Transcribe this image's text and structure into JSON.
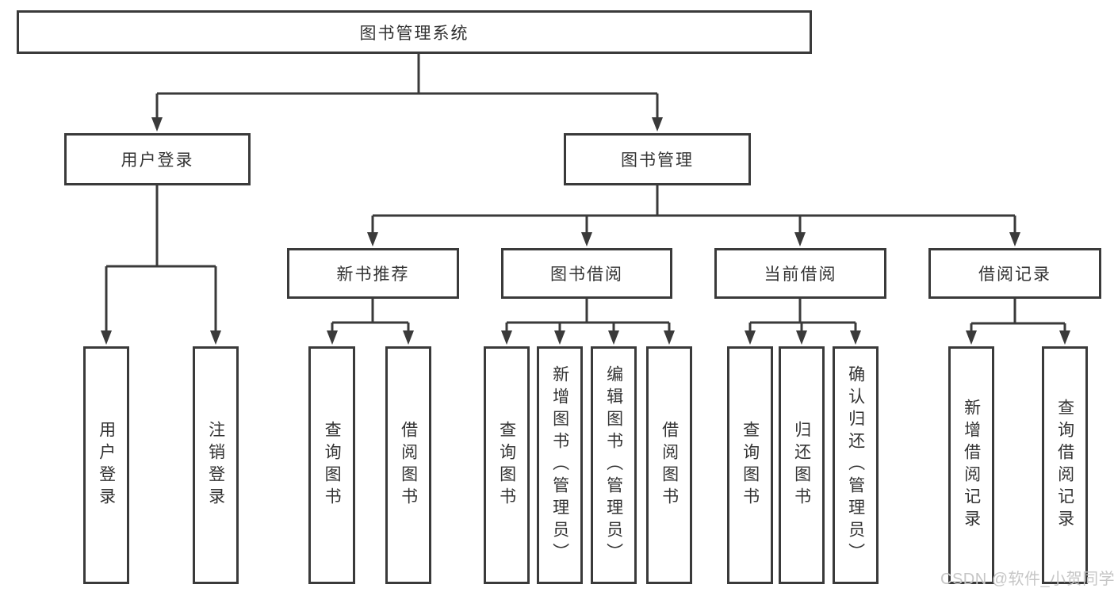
{
  "diagram": {
    "root": {
      "label": "图书管理系统"
    },
    "branches": [
      {
        "label": "用户登录",
        "children": [
          {
            "label": "用户登录"
          },
          {
            "label": "注销登录"
          }
        ]
      },
      {
        "label": "图书管理",
        "sections": [
          {
            "label": "新书推荐",
            "children": [
              {
                "label": "查询图书"
              },
              {
                "label": "借阅图书"
              }
            ]
          },
          {
            "label": "图书借阅",
            "children": [
              {
                "label": "查询图书"
              },
              {
                "label": "新增图书（管理员）"
              },
              {
                "label": "编辑图书（管理员）"
              },
              {
                "label": "借阅图书"
              }
            ]
          },
          {
            "label": "当前借阅",
            "children": [
              {
                "label": "查询图书"
              },
              {
                "label": "归还图书"
              },
              {
                "label": "确认归还（管理员）"
              }
            ]
          },
          {
            "label": "借阅记录",
            "children": [
              {
                "label": "新增借阅记录"
              },
              {
                "label": "查询借阅记录"
              }
            ]
          }
        ]
      }
    ],
    "colors": {
      "line": "#3a3a3a",
      "text": "#333333",
      "background": "#ffffff"
    }
  },
  "watermark": {
    "text": "CSDN @软件_小贺同学",
    "color": "#c6c6c6"
  }
}
